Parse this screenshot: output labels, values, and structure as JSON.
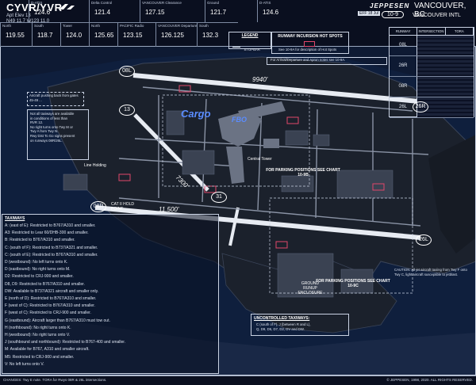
{
  "header": {
    "airport": "CYVR/YVR",
    "elev_line": "Apt Elev 13",
    "coord_line": "N49 11.7 W123 11.0",
    "jeppesen": "JEPPESEN",
    "city": "VANCOUVER, BC",
    "airport_name": "VANCOUVER INTL",
    "chart_no": "10-9",
    "eff_date": "EFF 18 Jul"
  },
  "frequencies_top": [
    {
      "label": "D-ATIS",
      "value": "124.6"
    },
    {
      "label": "Delta Control",
      "value": "121.4"
    },
    {
      "label": "VANCOUVER Clearance",
      "value": "127.15"
    },
    {
      "label": "Ground",
      "value": "121.7"
    },
    {
      "label": "D-ATIS",
      "value": "124.6"
    }
  ],
  "frequencies_bottom": [
    {
      "label": "North",
      "value": "119.55"
    },
    {
      "label": "South",
      "value": "118.7"
    },
    {
      "label": "Tower",
      "value": "124.0"
    },
    {
      "label": "North",
      "value": "125.65"
    },
    {
      "label": "PACIFIC Radio",
      "value": "123.15"
    },
    {
      "label": "VANCOUVER Departure",
      "value": "126.125"
    },
    {
      "label": "South",
      "value": "132.3"
    }
  ],
  "legend": {
    "title": "LEGEND",
    "item": "STOPBAR"
  },
  "hot_spots": {
    "title": "RUNWAY INCURSION HOT SPOTS",
    "note": "See 10-9A for description of Hot Spots",
    "bar_note": "For Arrival/Departure and Apron notes see 10-9A."
  },
  "runway_table": {
    "headers": [
      "RUNWAY",
      "INTERSECTION",
      "TORA"
    ],
    "rows": [
      "08L",
      "26R",
      "08R",
      "26L"
    ]
  },
  "map": {
    "runway_top_length": "9940'",
    "runway_bottom_length": "11,500'",
    "runway_diag_length": "7300'",
    "cargo_label": "Cargo",
    "fbo_label": "FBO",
    "central_tower": "Central Tower",
    "parking_note_1": "FOR PARKING POSITIONS SEE CHART 10-9B",
    "parking_note_2": "FOR PARKING POSITIONS SEE CHART 10-9C",
    "ground_runup": "GROUND RUNUP ENCLOSURE",
    "cat2_hold": "CAT II HOLD POINT",
    "line_holding": "Line Holding",
    "rwy_08L": "08L",
    "rwy_26R": "26R",
    "rwy_08R": "08R",
    "rwy_26L": "26L",
    "rwy_13": "13",
    "rwy_31": "31",
    "caution_text": "CAUTION: All jet aircraft taxiing from Twy F onto Twy C, light aircraft susceptible to jetblast."
  },
  "notes_left": {
    "title": "Aircraft pushing back from gates 45-49 ...",
    "lines": [
      "Not all taxiways are available",
      "in conditions of less than",
      "RVR 12.",
      "No right turns onto Twy M or",
      "Twy A from Twy N.",
      "Rwy Dist To Go signs present",
      "on runways 08R/26L."
    ]
  },
  "taxiways": {
    "title": "TAXIWAYS",
    "lines": [
      "A: (east of E): Restricted to B767/A310 and smaller.",
      "A3: Restricted to Lear 60/DHB-300 and smaller.",
      "B: Restricted to B767/A310 and smaller.",
      "C: (south of F): Restricted to B737/A321 and smaller.",
      "C: (south of E): Restricted to B767/A310 and smaller.",
      "D (westbound): No left turns onto K.",
      "D (eastbound): No right turns onto M.",
      "D2: Restricted to CRJ-900 and smaller.",
      "D8, D9: Restricted to B767/A310 and smaller.",
      "DW: Available to B737/A321 aircraft and smaller only.",
      "E (north of D): Restricted to B767/A310 and smaller.",
      "F (west of C): Restricted to B767/A310 and smaller.",
      "F (west of C): Restricted to CRJ-900 and smaller.",
      "G (eastbound): Aircraft larger than B767/A310 must tow out.",
      "H (northbound): No right turns onto K.",
      "H (westbound): No right turns onto V.",
      "J (southbound and northbound): Restricted to B767-400 and smaller.",
      "M: Available for B767, A310 and smaller aircraft.",
      "M5: Restricted to CRJ-900 and smaller.",
      "V: No left turns onto V."
    ]
  },
  "uncontrolled": {
    "title": "UNCONTROLLED TAXIWAYS:",
    "line1": "C (south of F), J (between R and L),",
    "line2": "Q, D9, D5, D7, D2, DV and DW."
  },
  "footer": {
    "left": "CHANGES: Twy E note. TORA for Rwys 08R & 26L intersections.",
    "right": "© JEPPESEN, 1998, 2020. ALL RIGHTS RESERVED."
  },
  "colors": {
    "background": "#0b1124",
    "land": "#1a1f2a",
    "water": "#0e1d3a",
    "runway": "#e7ebf2",
    "blue_label": "#5a8cff",
    "hotspot": "#e0476a"
  }
}
